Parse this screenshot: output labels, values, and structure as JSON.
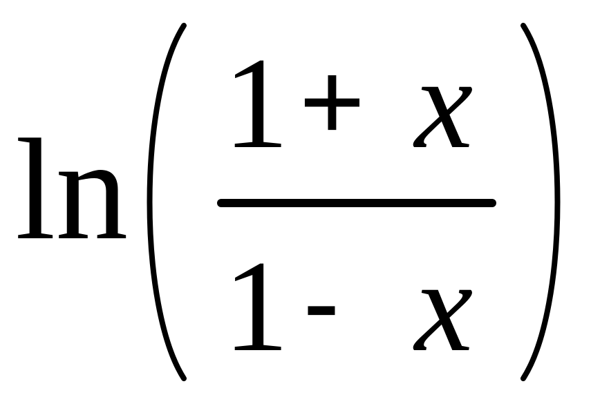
{
  "formula": {
    "function_name": "ln",
    "numerator": {
      "constant": "1",
      "operator": "+",
      "variable": "x"
    },
    "denominator": {
      "constant": "1",
      "operator": "-",
      "variable": "x"
    }
  }
}
